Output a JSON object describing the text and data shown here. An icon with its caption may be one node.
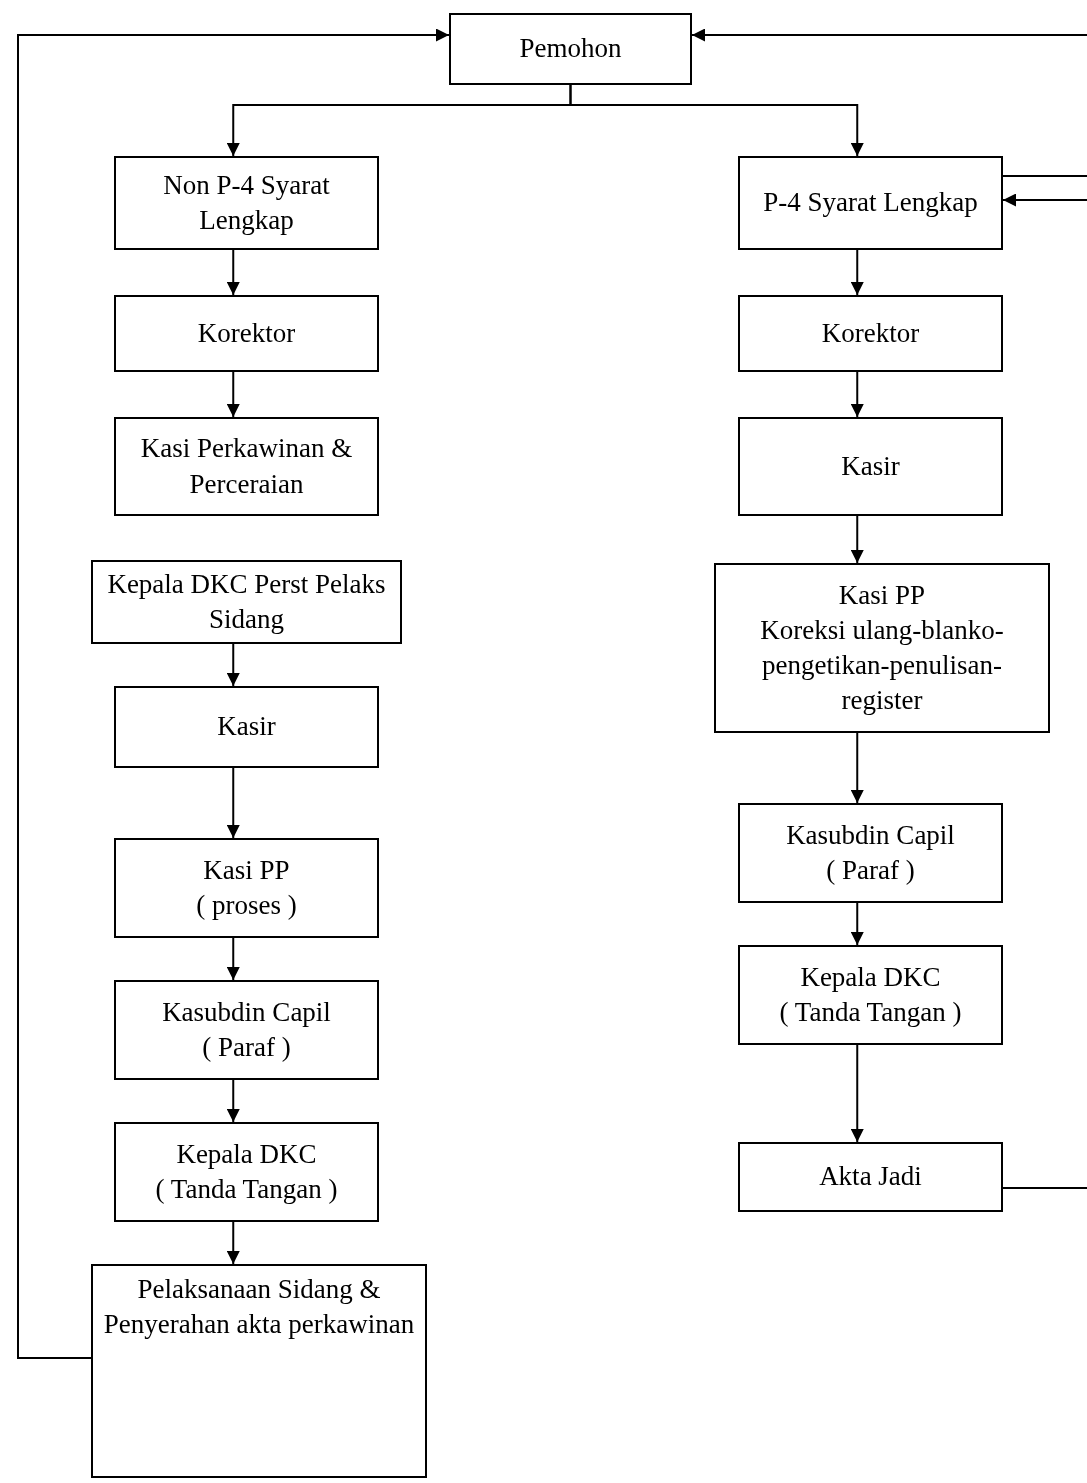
{
  "diagram": {
    "nodes": [
      {
        "text": [
          "Pemohon"
        ]
      },
      {
        "text": [
          "Non P-4 Syarat Lengkap"
        ]
      },
      {
        "text": [
          "Korektor"
        ]
      },
      {
        "text": [
          "Kasi Perkawinan & Perceraian"
        ]
      },
      {
        "text": [
          "Kepala DKC Perst Pelaks Sidang"
        ]
      },
      {
        "text": [
          "Kasir"
        ]
      },
      {
        "text": [
          "Kasi PP",
          "( proses )"
        ]
      },
      {
        "text": [
          "Kasubdin Capil",
          "( Paraf )"
        ]
      },
      {
        "text": [
          "Kepala DKC",
          "( Tanda Tangan )"
        ]
      },
      {
        "text": [
          "Pelaksanaan Sidang & Penyerahan akta perkawinan"
        ]
      },
      {
        "text": [
          "P-4 Syarat Lengkap"
        ]
      },
      {
        "text": [
          "Korektor"
        ]
      },
      {
        "text": [
          "Kasir"
        ]
      },
      {
        "text": [
          "Kasi PP",
          "Koreksi ulang-blanko-pengetikan-penulisan-register"
        ]
      },
      {
        "text": [
          "Kasubdin Capil",
          "( Paraf )"
        ]
      },
      {
        "text": [
          "Kepala DKC",
          "( Tanda Tangan )"
        ]
      },
      {
        "text": [
          "Akta Jadi"
        ]
      }
    ],
    "edges": [
      {
        "from": 0,
        "to": 1,
        "arrow": "to"
      },
      {
        "from": 0,
        "to": 10,
        "arrow": "to"
      },
      {
        "from": 1,
        "to": 2,
        "arrow": "to"
      },
      {
        "from": 2,
        "to": 3,
        "arrow": "to"
      },
      {
        "from": 4,
        "to": 5,
        "arrow": "to"
      },
      {
        "from": 5,
        "to": 6,
        "arrow": "to"
      },
      {
        "from": 6,
        "to": 7,
        "arrow": "to"
      },
      {
        "from": 7,
        "to": 8,
        "arrow": "to"
      },
      {
        "from": 8,
        "to": 9,
        "arrow": "to"
      },
      {
        "from": 9,
        "to": 0,
        "arrow": "to"
      },
      {
        "from": 10,
        "to": 11,
        "arrow": "to"
      },
      {
        "from": 11,
        "to": 12,
        "arrow": "to"
      },
      {
        "from": 12,
        "to": 13,
        "arrow": "to"
      },
      {
        "from": 13,
        "to": 14,
        "arrow": "to"
      },
      {
        "from": 14,
        "to": 15,
        "arrow": "to"
      },
      {
        "from": 15,
        "to": 16,
        "arrow": "to"
      },
      {
        "from": null,
        "to": 0,
        "arrow": "to"
      },
      {
        "from": 10,
        "to": null,
        "arrow": "none"
      },
      {
        "from": null,
        "to": 10,
        "arrow": "to"
      },
      {
        "from": 16,
        "to": null,
        "arrow": "none"
      }
    ]
  }
}
